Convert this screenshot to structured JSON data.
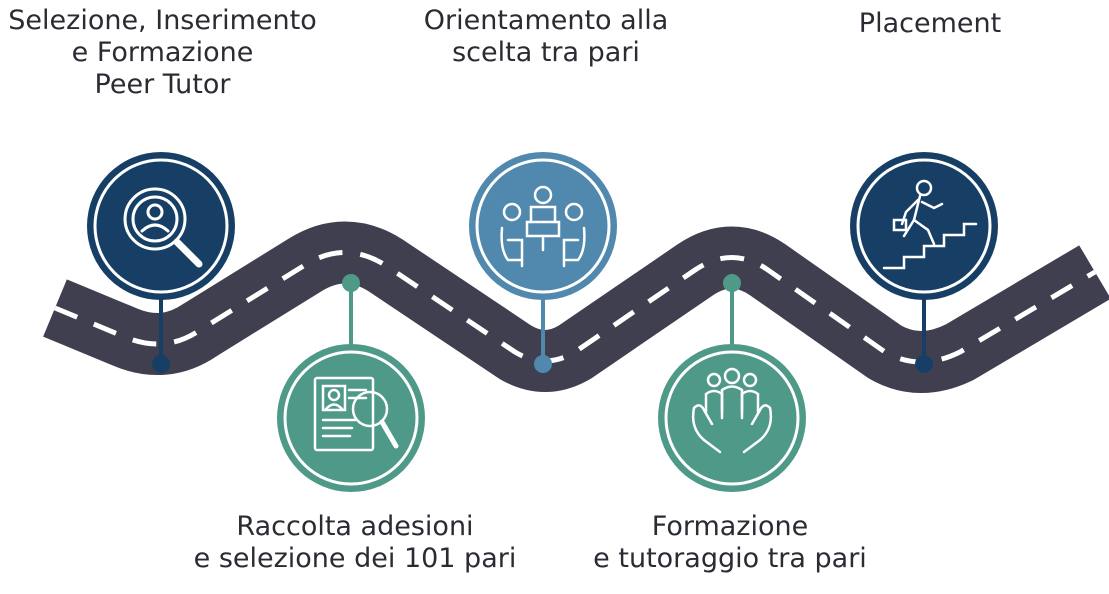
{
  "steps": [
    {
      "lines": [
        "Selezione, Inserimento",
        "e Formazione",
        "Peer Tutor"
      ],
      "icon": "magnifier-person-icon",
      "color": "#173f66"
    },
    {
      "lines": [
        "Raccolta adesioni",
        "e selezione dei 101 pari"
      ],
      "icon": "cv-search-icon",
      "color": "#4f9988"
    },
    {
      "lines": [
        "Orientamento alla",
        "scelta tra pari"
      ],
      "icon": "meeting-table-icon",
      "color": "#5089ad"
    },
    {
      "lines": [
        "Formazione",
        "e tutoraggio tra pari"
      ],
      "icon": "hands-group-icon",
      "color": "#4f9988"
    },
    {
      "lines": [
        "Placement"
      ],
      "icon": "stairs-climber-icon",
      "color": "#173f66"
    }
  ],
  "colors": {
    "road": "#3f3f4f",
    "dash": "#ffffff",
    "text": "#2b2b33"
  }
}
